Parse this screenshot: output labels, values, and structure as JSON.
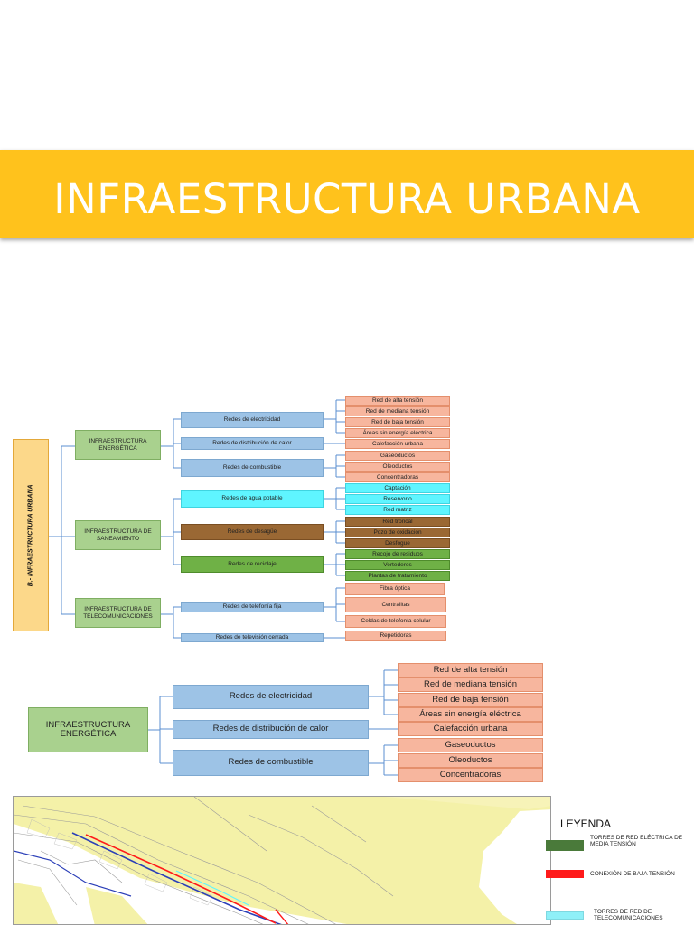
{
  "header": {
    "title": "INFRAESTRUCTURA URBANA"
  },
  "diagram_full": {
    "root": "B.- INFRAESTRUCTURA URBANA",
    "categories": [
      "INFRAESTRUCTURA ENERGÉTICA",
      "INFRAESTRUCTURA DE SANEAMIENTO",
      "INFRAESTRUCTURA DE TELECOMUNICACIONES"
    ],
    "networks": [
      "Redes de electricidad",
      "Redes de distribución de calor",
      "Redes de combustible",
      "Redes de agua potable",
      "Redes de desagüe",
      "Redes de reciclaje",
      "Redes de telefonía fija",
      "Redes de televisión cerrada"
    ],
    "items": [
      "Red de alta tensión",
      "Red de mediana tensión",
      "Red de baja tensión",
      "Áreas sin energía eléctrica",
      "Calefacción urbana",
      "Gaseoductos",
      "Oleoductos",
      "Concentradoras",
      "Captación",
      "Reservorio",
      "Red matriz",
      "Red troncal",
      "Pozo de oxidación",
      "Desfogue",
      "Recojo de residuos",
      "Vertederos",
      "Plantas de tratamiento",
      "Fibra óptica",
      "Centralitas",
      "Celdas de telefonía celular",
      "Repetidoras"
    ]
  },
  "diagram_energy": {
    "category": "INFRAESTRUCTURA ENERGÉTICA",
    "networks": [
      "Redes de electricidad",
      "Redes de distribución de calor",
      "Redes de combustible"
    ],
    "items": [
      "Red de alta tensión",
      "Red de mediana tensión",
      "Red de baja tensión",
      "Áreas sin energía eléctrica",
      "Calefacción urbana",
      "Gaseoductos",
      "Oleoductos",
      "Concentradoras"
    ]
  },
  "legend": {
    "title": "LEYENDA",
    "entries": [
      {
        "label": "TORRES DE RED ELÉCTRICA DE MEDIA TENSIÓN",
        "color": "#4a7a3a"
      },
      {
        "label": "CONEXIÓN DE BAJA TENSIÓN",
        "color": "#ff1a1a"
      },
      {
        "label": "TORRES DE RED DE TELECOMUNICACIONES",
        "color": "#8ff0f8"
      }
    ]
  },
  "colors": {
    "banner": "#ffc21c",
    "category": "#a9d18e",
    "network": "#9dc3e6",
    "item": "#f7b69e",
    "water": "#5ff5ff",
    "sewer": "#9a6834",
    "recycling": "#6fb146",
    "root": "#fcd88a",
    "connector": "#5b8fd0"
  }
}
